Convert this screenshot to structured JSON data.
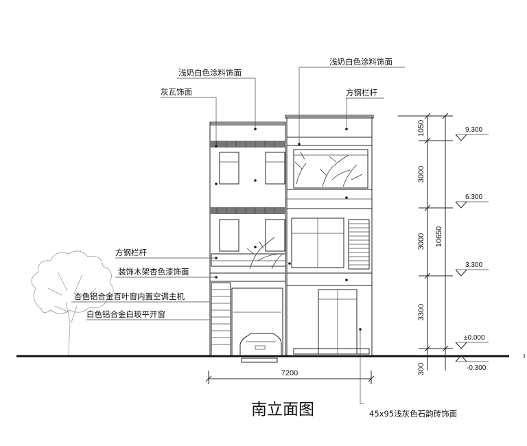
{
  "drawing": {
    "title": "南立面图",
    "labels": {
      "cream_paint_left": "浅奶白色涂料饰面",
      "gray_tile": "灰瓦饰面",
      "cream_paint_right": "浅奶白色涂料饰面",
      "steel_rail_top": "方钢栏杆",
      "steel_rail_mid": "方钢栏杆",
      "wood_frame": "装饰木架杏色漆饰面",
      "louver_window": "杏色铝合金百叶窗内置空调主机",
      "sliding_window": "白色铝合金白玻平开窗",
      "stone_tile": "45x95浅灰色石韵砖饰面"
    },
    "dimensions": {
      "width": "7200",
      "total_height": "10650",
      "segments": [
        "1050",
        "3000",
        "3000",
        "3300",
        "300"
      ]
    },
    "elevations": [
      "9.300",
      "6.300",
      "3.300",
      "±0.000",
      "-0.300"
    ]
  }
}
